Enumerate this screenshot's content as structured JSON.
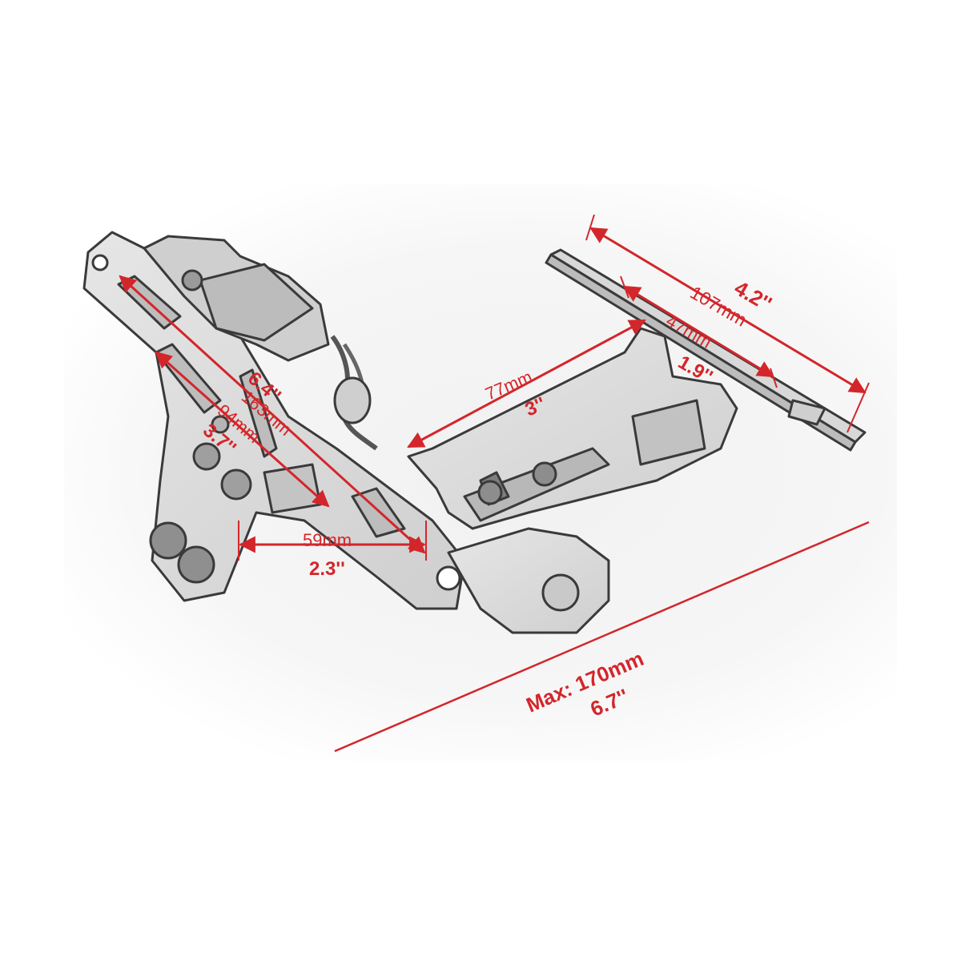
{
  "colors": {
    "dimension": "#d3262b",
    "outline": "#3a3a3a",
    "metal": "#d9d9d9",
    "metal_shadow": "#a9a9a9",
    "background": "#ffffff"
  },
  "dimensions": {
    "bracket_length_in": "6.4''",
    "bracket_length_mm": "163mm",
    "slot_length_mm": "94mm",
    "slot_length_in": "3.7''",
    "bottom_width_mm": "59mm",
    "bottom_width_in": "2.3''",
    "arm_length_mm": "77mm",
    "arm_length_in": "3''",
    "plate_width_in": "4.2''",
    "plate_width_mm": "107mm",
    "plate_inner_mm": "47mm",
    "plate_inner_in": "1.9''",
    "max_length": "Max: 170mm",
    "max_length_in": "6.7''"
  }
}
